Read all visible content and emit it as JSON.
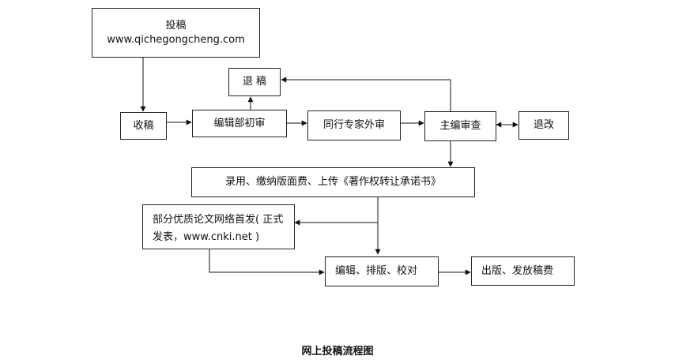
{
  "diagram": {
    "nodes": {
      "submit_line1": "投稿",
      "submit_line2": "www.qichegongcheng.com",
      "reject": "退 稿",
      "receive": "收稿",
      "initial_review": "编辑部初审",
      "peer_review": "同行专家外审",
      "chief_review": "主编审查",
      "revise": "退改",
      "accept": "录用、缴纳版面费、上传《著作权转让承诺书》",
      "online_first_line1": "部分优质论文网络首发( 正式",
      "online_first_line2": "发表，www.cnki.net )",
      "edit": "编辑、排版、校对",
      "publish": "出版、发放稿费"
    },
    "caption": "网上投稿流程图"
  }
}
